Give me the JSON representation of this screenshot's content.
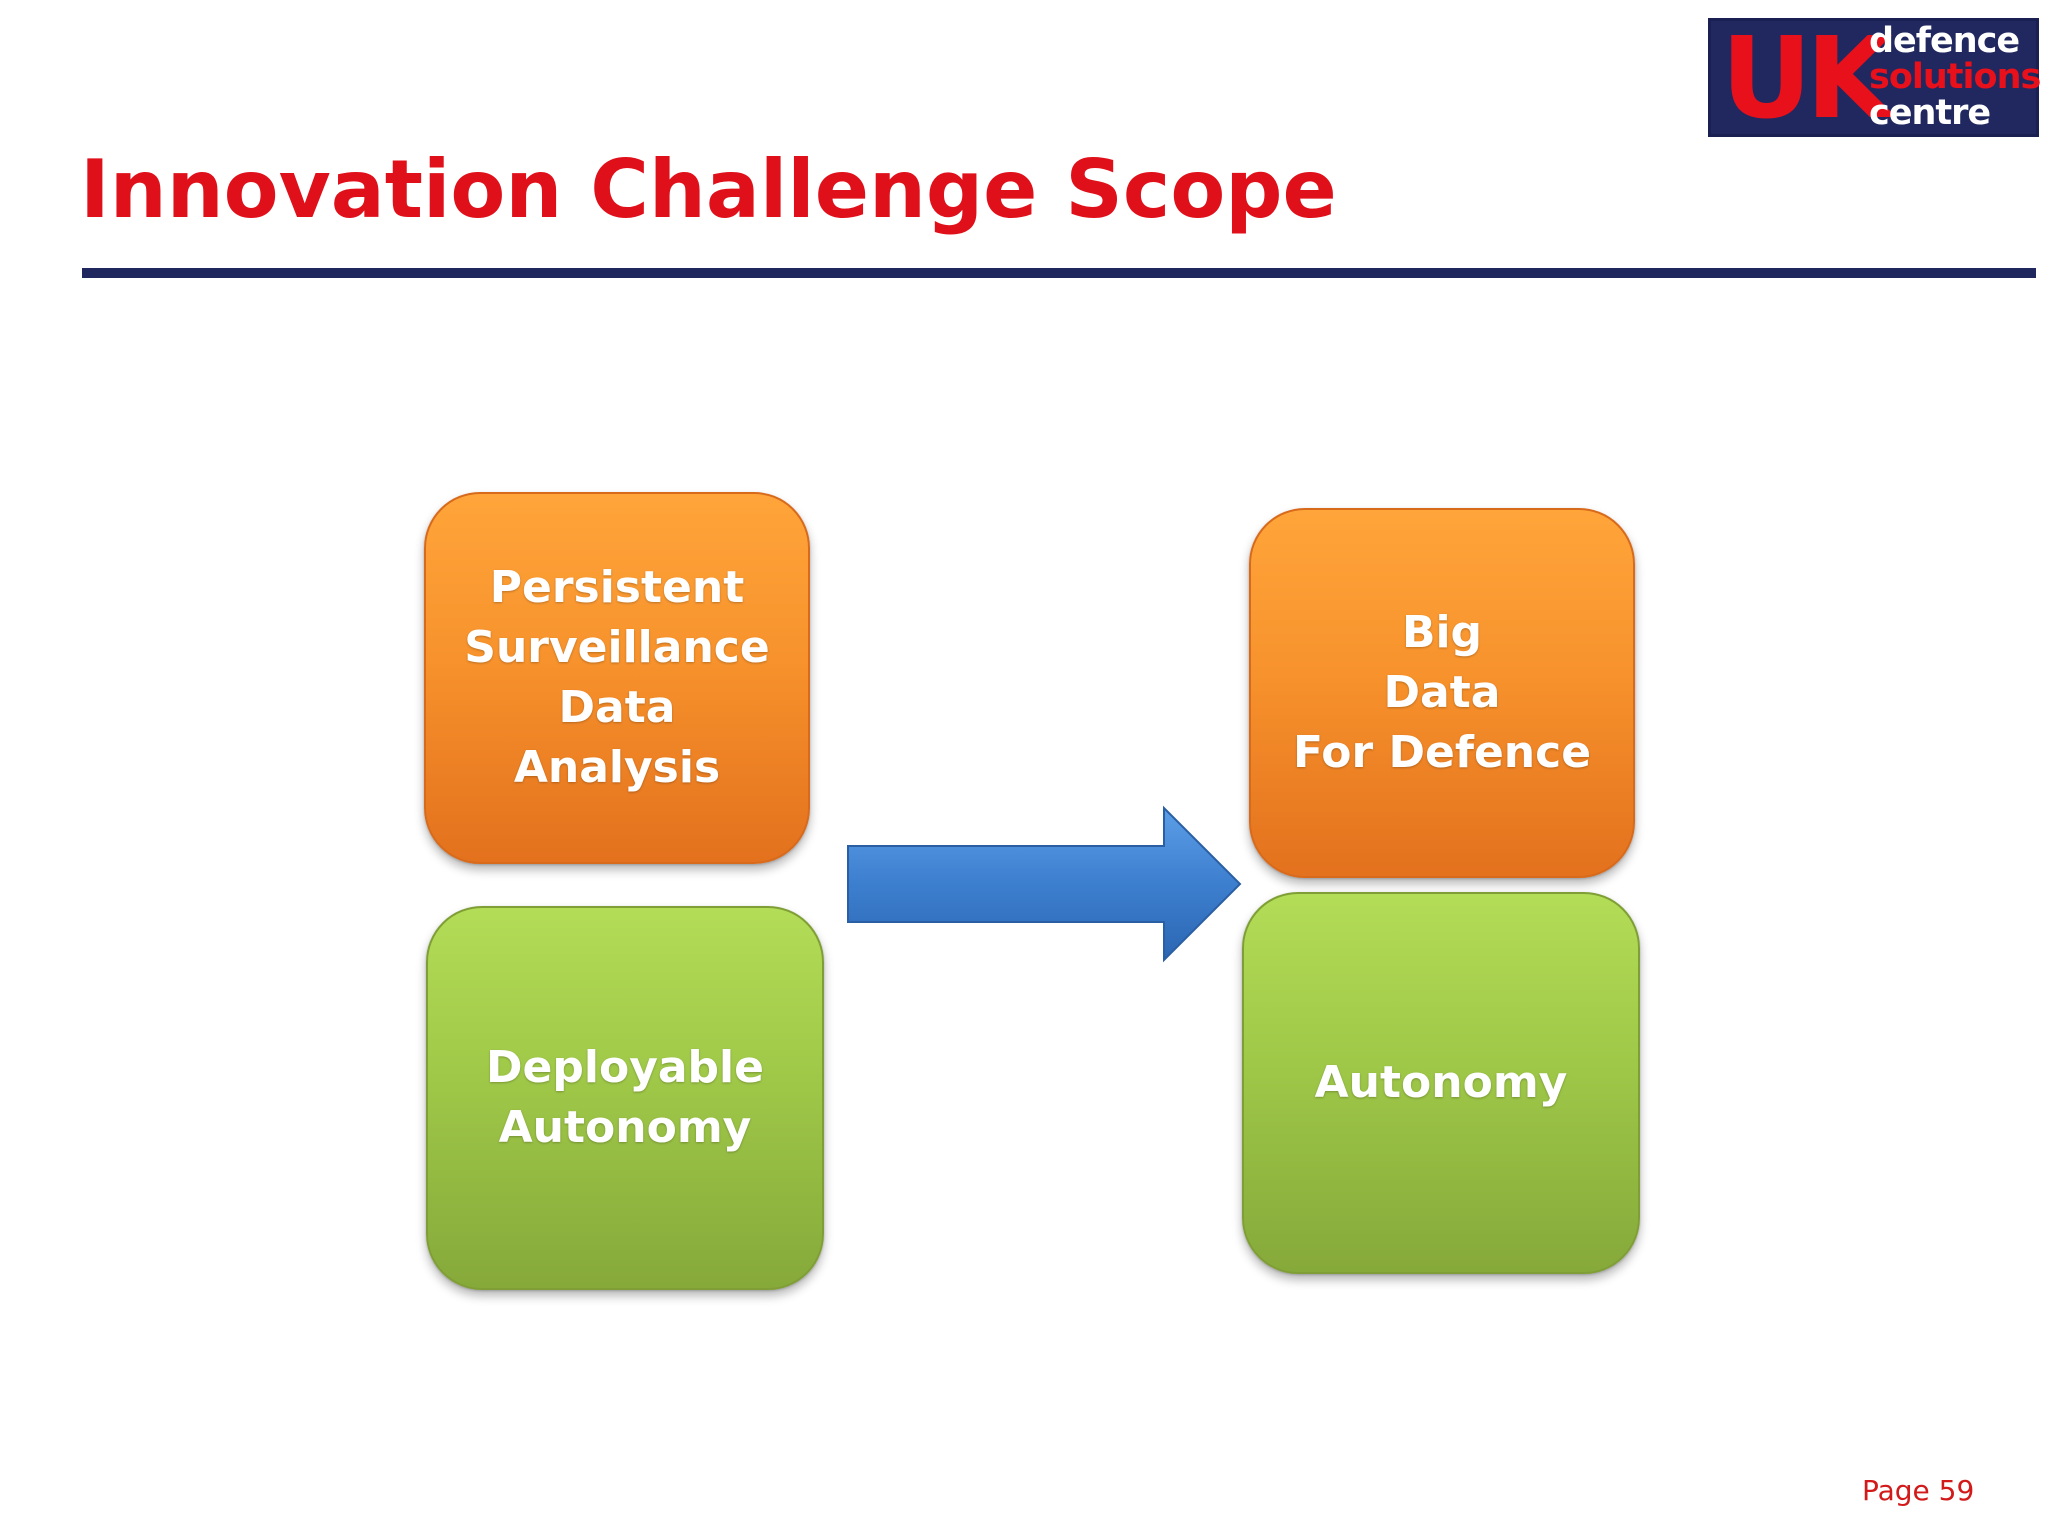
{
  "logo": {
    "line1": "UK",
    "words": [
      "defence",
      "solutions",
      "centre"
    ],
    "colors": {
      "background": "#20285f",
      "accent": "#e8101b",
      "text": "#ffffff"
    }
  },
  "title": "Innovation Challenge Scope",
  "diagram": {
    "left_top": {
      "lines": [
        "Persistent",
        "Surveillance",
        "Data",
        "Analysis"
      ],
      "color": "#f7922c"
    },
    "left_bottom": {
      "lines": [
        "Deployable",
        "Autonomy"
      ],
      "color": "#9fc848"
    },
    "right_top": {
      "lines": [
        "Big",
        "Data",
        "For Defence"
      ],
      "color": "#f7922c"
    },
    "right_bottom": {
      "lines": [
        "Autonomy"
      ],
      "color": "#9fc848"
    },
    "arrow": {
      "direction": "right",
      "color": "#3d7fcf"
    }
  },
  "footer": {
    "page": "Page 59"
  }
}
